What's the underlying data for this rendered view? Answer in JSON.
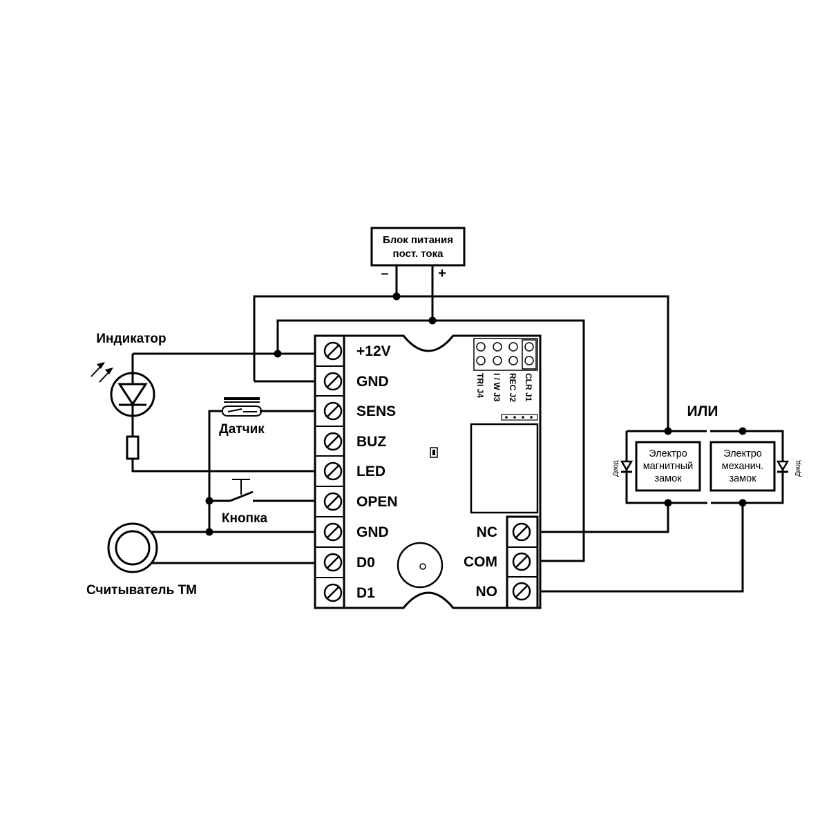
{
  "power_supply": {
    "line1": "Блок питания",
    "line2": "пост. тока",
    "minus": "–",
    "plus": "+"
  },
  "indicator": {
    "label": "Индикатор"
  },
  "sensor": {
    "label": "Датчик"
  },
  "button": {
    "label": "Кнопка"
  },
  "reader": {
    "label": "Считыватель ТМ"
  },
  "or_label": "ИЛИ",
  "left_terminals": [
    "+12V",
    "GND",
    "SENS",
    "BUZ",
    "LED",
    "OPEN",
    "GND",
    "D0",
    "D1"
  ],
  "right_terminals": [
    "NC",
    "COM",
    "NO"
  ],
  "jumpers": [
    "CLR J1",
    "REC J2",
    "I / W J3",
    "TRI J4"
  ],
  "magnetic_lock": {
    "line1": "Электро",
    "line2": "магнитный",
    "line3": "замок",
    "diode": "Диод"
  },
  "mechanical_lock": {
    "line1": "Электро",
    "line2": "механич.",
    "line3": "замок",
    "diode": "Диод"
  }
}
